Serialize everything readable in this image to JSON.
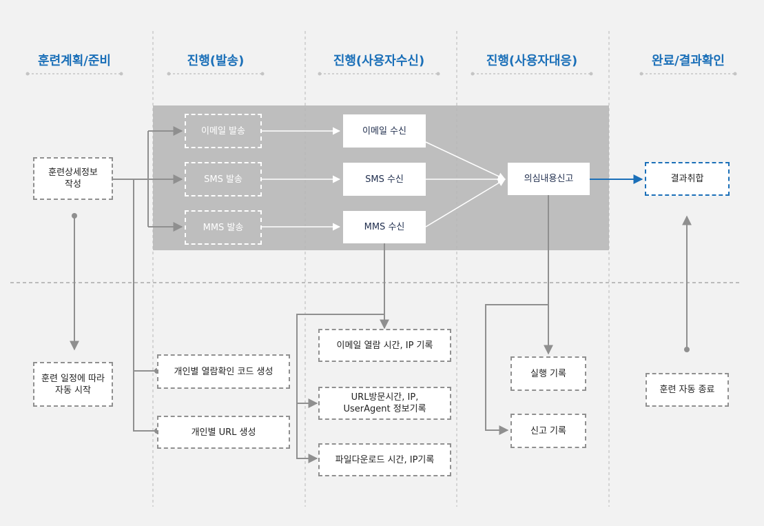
{
  "columns": [
    {
      "title": "훈련계획/준비"
    },
    {
      "title": "진행(발송)"
    },
    {
      "title": "진행(사용자수신)"
    },
    {
      "title": "진행(사용자대응)"
    },
    {
      "title": "완료/결과확인"
    }
  ],
  "nodes": {
    "training_detail": "훈련상세정보\n작성",
    "auto_start": "훈련 일정에 따라\n자동 시작",
    "email_send": "이메일 발송",
    "sms_send": "SMS 발송",
    "mms_send": "MMS 발송",
    "view_code": "개인별 열람확인 코드 생성",
    "url_create": "개인별 URL 생성",
    "email_recv": "이메일 수신",
    "sms_recv": "SMS 수신",
    "mms_recv": "MMS 수신",
    "email_log": "이메일 열람 시간, IP 기록",
    "url_log": "URL방문시간, IP,\nUserAgent 정보기록",
    "file_log": "파일다운로드 시간, IP기록",
    "report": "의심내용신고",
    "exec_log": "실행 기록",
    "report_log": "신고 기록",
    "result": "결과취합",
    "auto_end": "훈련 자동 종료"
  },
  "colors": {
    "accent": "#1a6fb8",
    "connector": "#8f8f8f",
    "band": "#bebebe",
    "background": "#f2f2f2"
  }
}
